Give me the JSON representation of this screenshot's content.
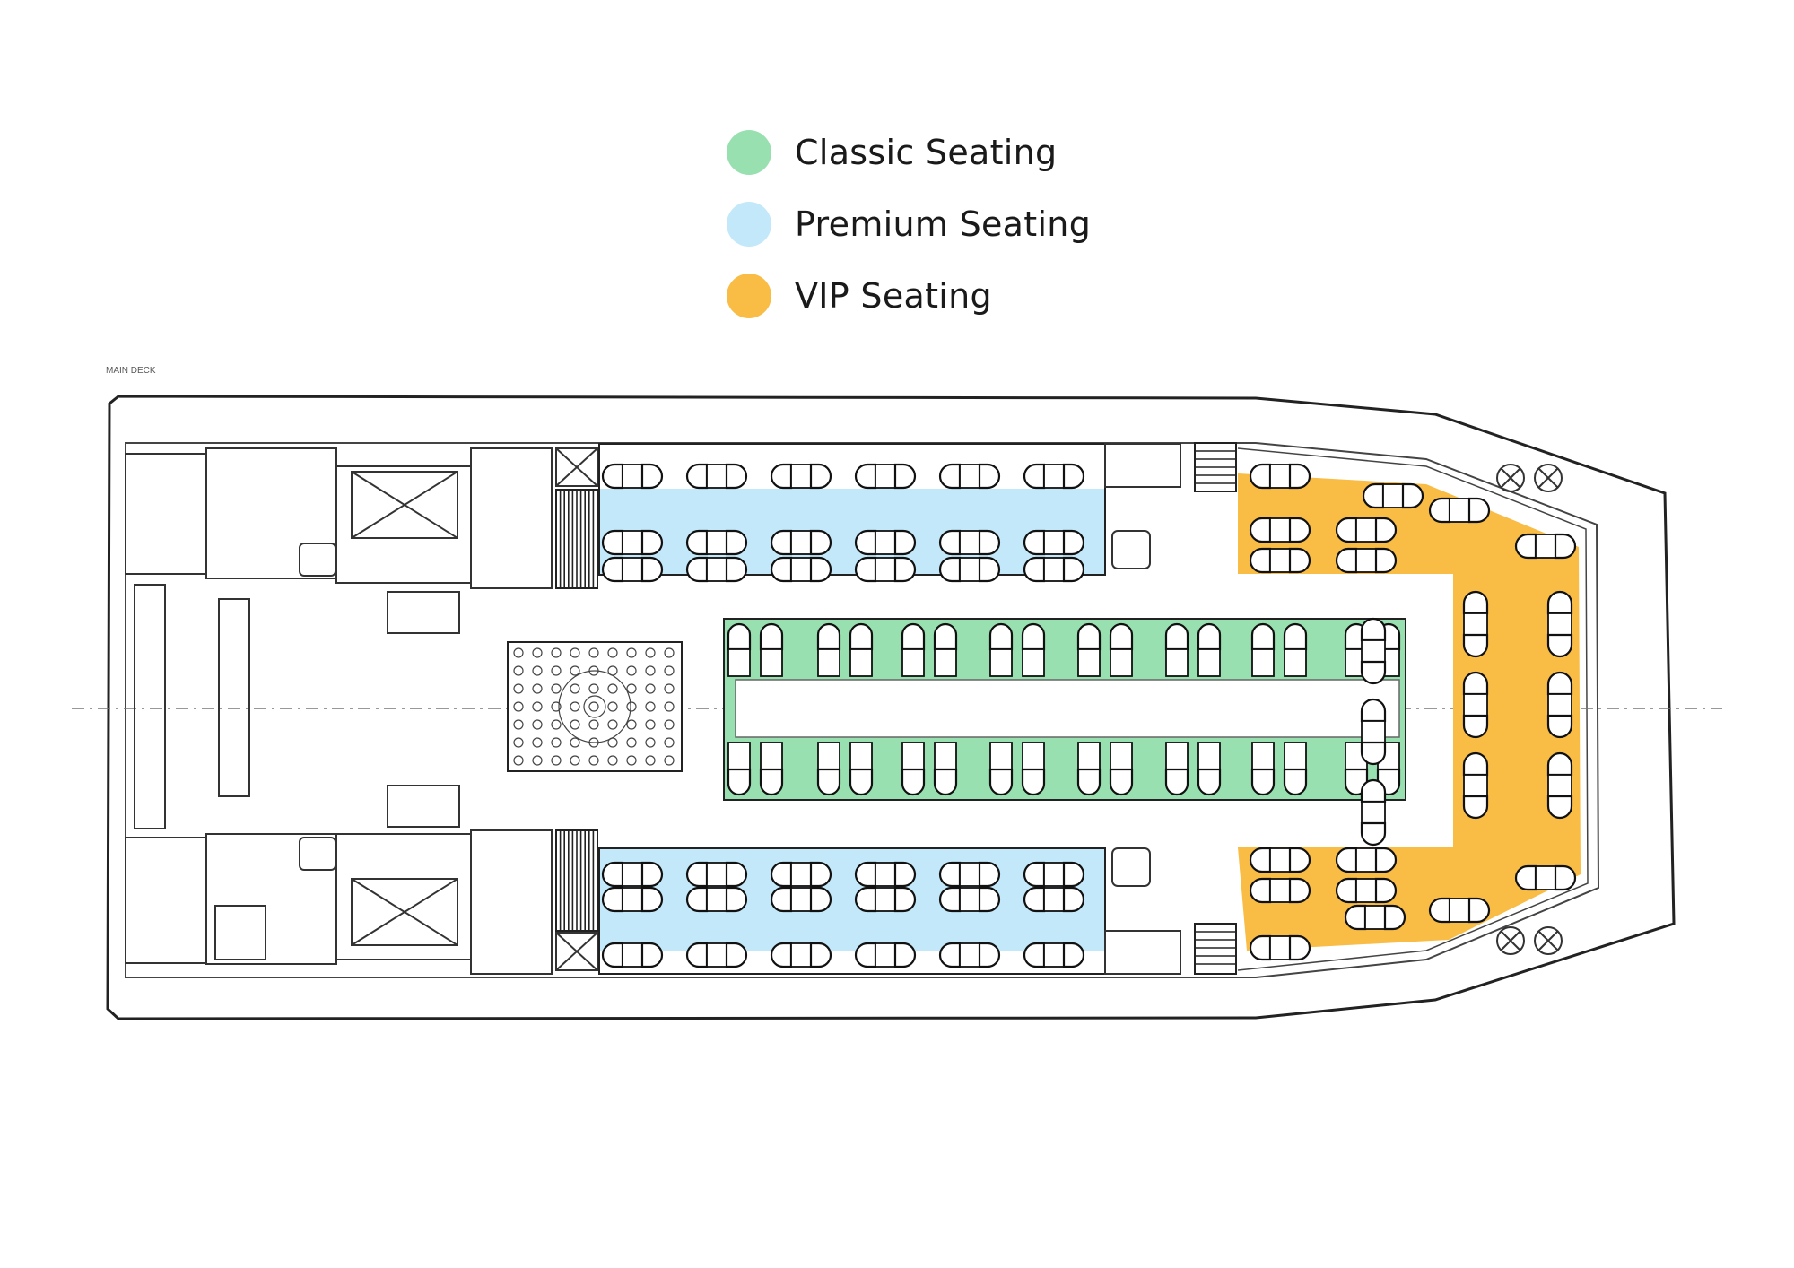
{
  "legend": {
    "items": [
      {
        "label": "Classic Seating",
        "color": "#98E0B0"
      },
      {
        "label": "Premium Seating",
        "color": "#C2E8FA"
      },
      {
        "label": "VIP Seating",
        "color": "#F9BC45"
      }
    ]
  },
  "plan": {
    "caption": "MAIN DECK",
    "line_color": "#222222",
    "classic_color": "#98E0B0",
    "premium_color": "#C2E8FA",
    "vip_color": "#F9BC45"
  }
}
